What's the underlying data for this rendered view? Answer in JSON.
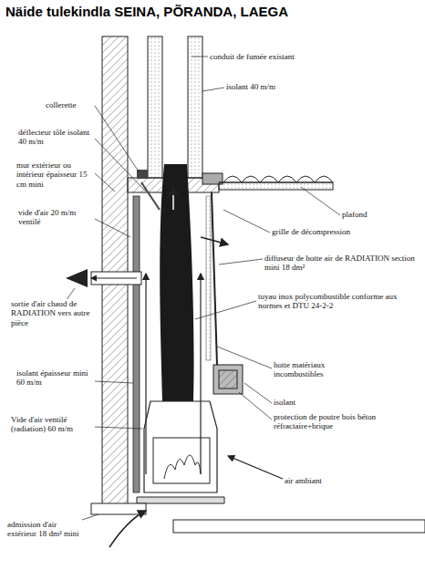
{
  "diagram": {
    "title": "Näide tulekindla SEINA, PÕRANDA, LAEGA",
    "labels": [
      "conduit de fumée existant",
      "isolant 40 m/m",
      "collerette",
      "déflecteur tôle isolant 40 m/m",
      "mur extérieur ou intérieur épaisseur 15 cm mini",
      "vide d'air 20 m/m ventilé",
      "plafond",
      "grille de décompression",
      "diffuseur de hotte air de RADIATION section mini 18 dm²",
      "tuyau inox polycombustible conforme aux normes et DTU 24-2-2",
      "sortie d'air chaud de RADIATION vers autre pièce",
      "hotte matériaux incombustibles",
      "isolant",
      "protection de poutre bois béton réfractaire+brique",
      "isolant épaisseur mini 60 m/m",
      "Vide d'air ventilé (radiation) 60 m/m",
      "air ambiant",
      "admission d'air extérieur 18 dm² mini"
    ]
  }
}
